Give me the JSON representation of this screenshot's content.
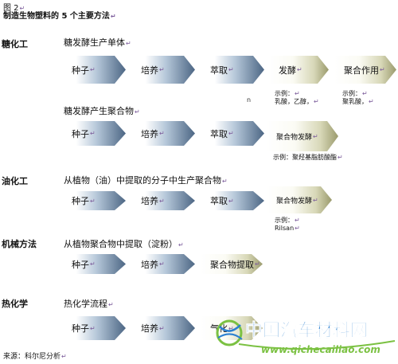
{
  "header": {
    "fig": "图 2",
    "title": "制造生物塑料的 5 个主要方法"
  },
  "sections": [
    {
      "category": "糖化工",
      "subtitle": "糖发酵生产单体",
      "steps": [
        "种子",
        "培养",
        "萃取",
        "发酵",
        "聚合作用"
      ],
      "notes": [
        "示例：",
        "乳酸，乙醇，",
        "示例：",
        "聚乳酸，"
      ],
      "stray": "n"
    },
    {
      "subtitle": "糖发酵产生聚合物",
      "steps": [
        "种子",
        "培养",
        "萃取",
        "聚合物发酵"
      ],
      "notes": [
        "示例：聚羟基脂肪酸酯"
      ]
    },
    {
      "category": "油化工",
      "subtitle": "从植物（油）中提取的分子中生产聚合物",
      "steps": [
        "种子",
        "培养",
        "萃取",
        "聚合物发酵"
      ],
      "notes": [
        "示例：",
        "Rilsan"
      ]
    },
    {
      "category": "机械方法",
      "subtitle": "从植物聚合物中提取（淀粉）",
      "steps": [
        "种子",
        "培养",
        "聚合物提取"
      ]
    },
    {
      "category": "热化学",
      "subtitle": "热化学流程",
      "steps": [
        "种子",
        "培养",
        "气化"
      ]
    }
  ],
  "source": "来源：科尔尼分析",
  "watermark": {
    "cn": "中国汽车材料网",
    "url": "www.qichecailiao.com"
  },
  "colors": {
    "dark_arrow": "#4c6684",
    "light_arrow": "#9a9a6c",
    "watermark_blue": "#2b7fd0",
    "watermark_green": "#7bc142"
  }
}
